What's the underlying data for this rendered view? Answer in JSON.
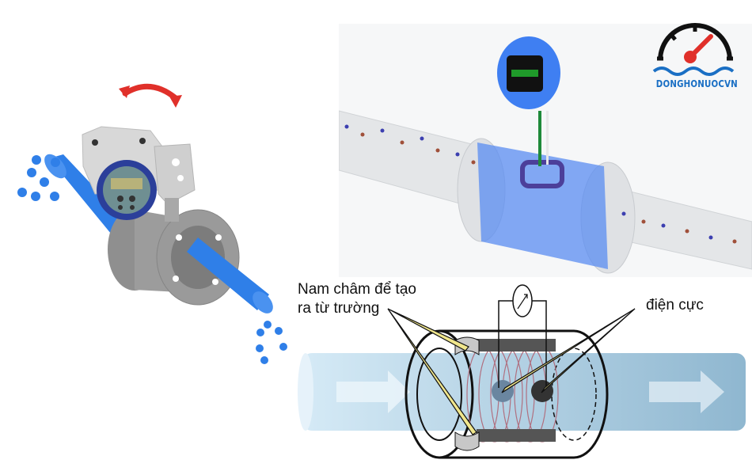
{
  "logo": {
    "brand": "DONGHONUOCVN",
    "icon": "gauge-water-icon",
    "colors": {
      "text": "#1a6fc4",
      "needle": "#e0302a",
      "gauge": "#111111",
      "waves": "#1a6fc4"
    }
  },
  "left_illustration": {
    "subject": "electromagnetic flowmeter with rotating display head",
    "rotation_arrow_color": "#e0302a",
    "water_color": "#2f7fe8",
    "body_color": "#9a9a9a"
  },
  "top_right_illustration": {
    "subject": "transparent electromagnetic flowmeter on pipe with particle flow",
    "particle_colors": [
      "#3c3fb0",
      "#a0503a"
    ],
    "body_color": "#3f7ff2"
  },
  "diagram": {
    "labels": {
      "magnet": "Nam châm để tạo\nra từ trường",
      "magnet_line1": "Nam châm để tạo",
      "magnet_line2": "ra từ trường",
      "electrode": "điện cực"
    },
    "flow_direction": "left-to-right",
    "pipe_color": "#a9cfe6",
    "coil_color": "#b07080"
  }
}
